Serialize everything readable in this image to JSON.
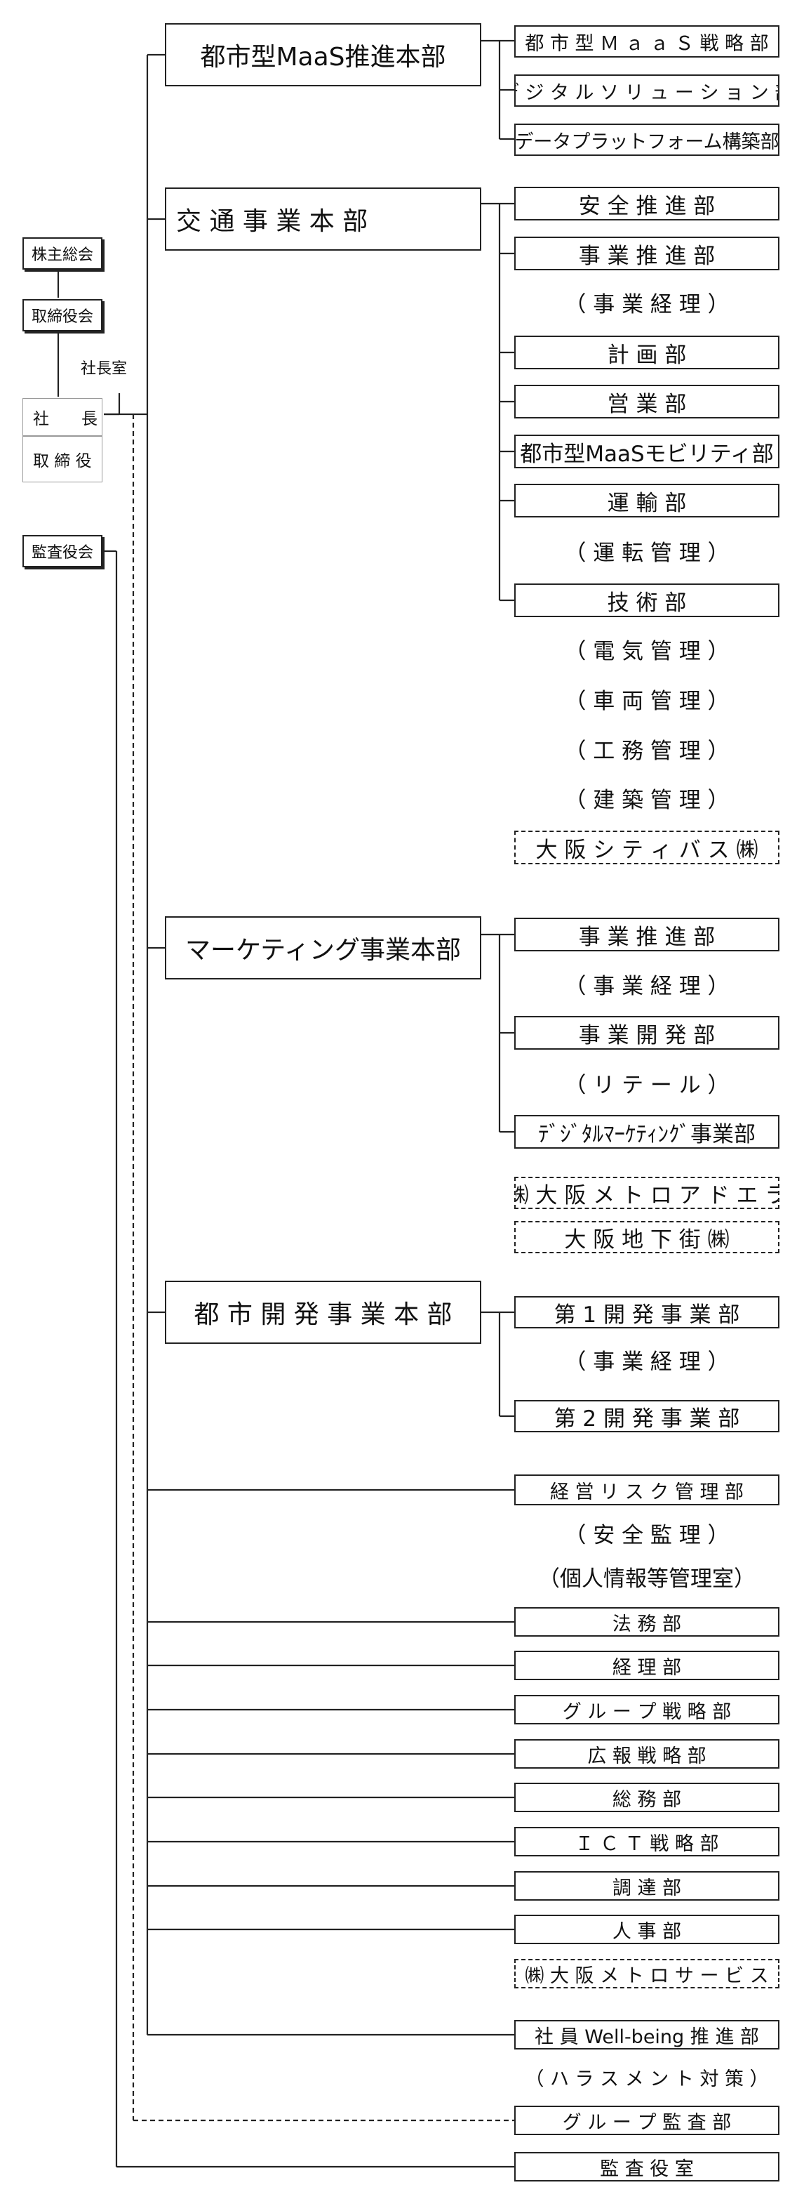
{
  "governance": {
    "shareholders": "株主総会",
    "board": "取締役会",
    "president_office": "社長室",
    "president": "社　　長",
    "director": "取 締 役",
    "audit_board": "監査役会"
  },
  "hq": {
    "maas": "都市型MaaS推進本部",
    "transport": "交 通 事 業 本 部",
    "marketing": "マーケティング事業本部",
    "urban": "都 市 開 発 事 業 本 部"
  },
  "maas_depts": {
    "strategy": "都 市 型 Ｍ ａ ａ Ｓ 戦 略 部",
    "digital_solution": "デ ジ タ ル ソ リ ュ ー シ ョ ン 部",
    "data_platform": "データプラットフォーム構築部"
  },
  "transport_depts": {
    "safety": "安 全 推 進 部",
    "business_promo": "事 業 推 進 部",
    "business_mgmt": "（ 事 業 経 理 ）",
    "planning": "計 画 部",
    "sales": "営 業 部",
    "mobility": "都市型MaaSモビリティ部",
    "transport": "運 輸 部",
    "operation_mgmt": "（ 運 転 管 理 ）",
    "tech": "技 術 部",
    "electric": "（ 電 気 管 理 ）",
    "vehicle": "（ 車 両 管 理 ）",
    "civil": "（ 工 務 管 理 ）",
    "building": "（ 建 築 管 理 ）",
    "city_bus": "大 阪 シ テ ィ バ ス ㈱"
  },
  "marketing_depts": {
    "business_promo": "事 業 推 進 部",
    "business_mgmt": "（ 事 業 経 理 ）",
    "business_dev": "事 業 開 発 部",
    "retail": "（ リ テ ー ル ）",
    "digital_marketing": "ﾃﾞｼﾞﾀﾙﾏｰｹﾃｨﾝｸﾞ事業部",
    "metro_adera": "㈱ 大 阪 メ ト ロ ア ド エ ラ",
    "underground_mall": "大 阪 地 下 街 ㈱"
  },
  "urban_depts": {
    "dev1": "第 1 開 発 事 業 部",
    "business_mgmt": "（ 事 業 経 理 ）",
    "dev2": "第 2 開 発 事 業 部"
  },
  "corporate": {
    "risk": "経 営 リ ス ク 管 理 部",
    "safety_audit": "（ 安 全 監 理 ）",
    "privacy": "（個人情報等管理室）",
    "legal": "法 務 部",
    "accounting": "経 理 部",
    "group_strategy": "グ ル ー プ 戦 略 部",
    "pr": "広 報 戦 略 部",
    "general_affairs": "総 務 部",
    "ict": "Ｉ Ｃ Ｔ 戦 略 部",
    "procurement": "調 達 部",
    "hr": "人 事 部",
    "metro_service": "㈱ 大 阪 メ ト ロ サ ー ビ ス",
    "wellbeing": "社 員 Well-being 推 進 部",
    "harassment": "（ ハ ラ ス メ ン ト 対 策 ）",
    "group_audit": "グ ル ー プ 監 査 部",
    "auditor_office": "監 査 役 室"
  }
}
